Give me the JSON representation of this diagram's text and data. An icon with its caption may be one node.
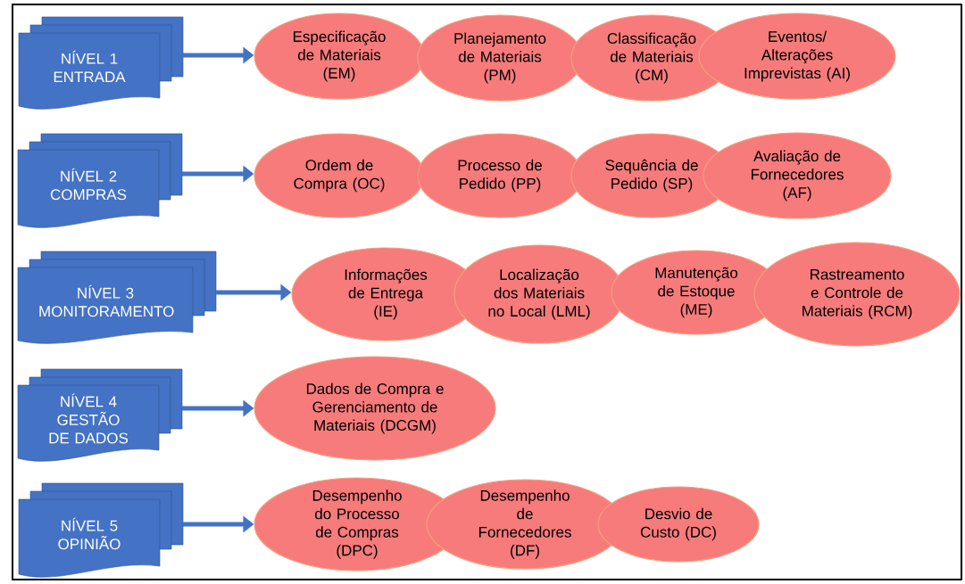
{
  "diagram": {
    "nodes": [
      {
        "text": [
          "NÍVEL 1 ENTRADA"
        ]
      },
      {
        "text": [
          "Especificação de Materiais (EM)"
        ]
      },
      {
        "text": [
          "Planejamento de Materiais (PM)"
        ]
      },
      {
        "text": [
          "Classificação de Materiais (CM)"
        ]
      },
      {
        "text": [
          "Eventos/ Alterações Imprevistas (AI)"
        ]
      },
      {
        "text": [
          "NÍVEL 2 COMPRAS"
        ]
      },
      {
        "text": [
          "Ordem de Compra (OC)"
        ]
      },
      {
        "text": [
          "Processo de Pedido (PP)"
        ]
      },
      {
        "text": [
          "Sequência de Pedido (SP)"
        ]
      },
      {
        "text": [
          "Avaliação de Fornecedores (AF)"
        ]
      },
      {
        "text": [
          "NÍVEL 3 MONITORAMENTO"
        ]
      },
      {
        "text": [
          "Informações de Entrega (IE)"
        ]
      },
      {
        "text": [
          "Localização dos Materiais no Local (LML)"
        ]
      },
      {
        "text": [
          "Manutenção de Estoque (ME)"
        ]
      },
      {
        "text": [
          "Rastreamento e Controle de Materiais (RCM)"
        ]
      },
      {
        "text": [
          "NÍVEL 4 GESTÃO DE DADOS"
        ]
      },
      {
        "text": [
          "Dados de Compra e Gerenciamento de Materiais (DCGM)"
        ]
      },
      {
        "text": [
          "NÍVEL 5 OPINIÃO"
        ]
      },
      {
        "text": [
          "Desempenho do Processo de Compras (DPC)"
        ]
      },
      {
        "text": [
          "Desempenho de Fornecedores (DF)"
        ]
      },
      {
        "text": [
          "Desvio de Custo (DC)"
        ]
      }
    ],
    "edges": [
      {
        "from": 0,
        "to": 1,
        "arrow": "to"
      },
      {
        "from": 5,
        "to": 6,
        "arrow": "to"
      },
      {
        "from": 10,
        "to": 11,
        "arrow": "to"
      },
      {
        "from": 15,
        "to": 16,
        "arrow": "to"
      },
      {
        "from": 17,
        "to": 18,
        "arrow": "to"
      }
    ]
  }
}
